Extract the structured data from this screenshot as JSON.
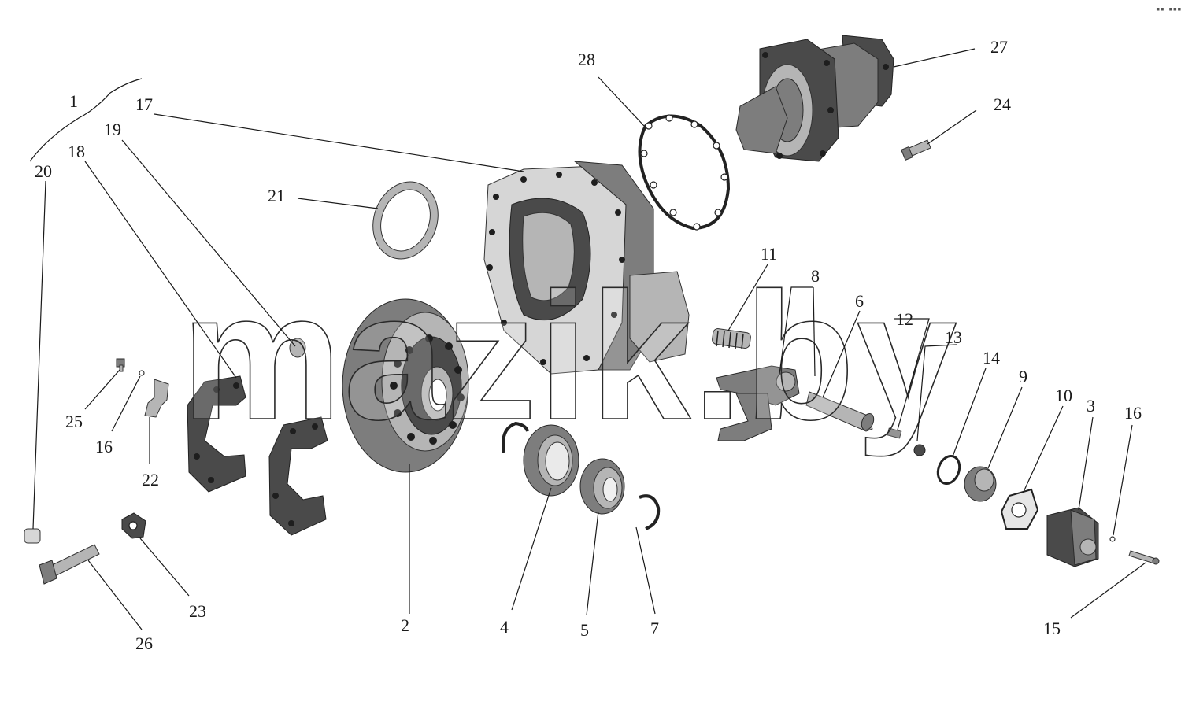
{
  "corner_mark": "▪▪ ▪▪▪",
  "watermark": "mazik.by",
  "callouts": [
    {
      "id": "1",
      "label": "1"
    },
    {
      "id": "2",
      "label": "2"
    },
    {
      "id": "3",
      "label": "3"
    },
    {
      "id": "4",
      "label": "4"
    },
    {
      "id": "5",
      "label": "5"
    },
    {
      "id": "6",
      "label": "6"
    },
    {
      "id": "7",
      "label": "7"
    },
    {
      "id": "8",
      "label": "8"
    },
    {
      "id": "9",
      "label": "9"
    },
    {
      "id": "10",
      "label": "10"
    },
    {
      "id": "11",
      "label": "11"
    },
    {
      "id": "12",
      "label": "12"
    },
    {
      "id": "13",
      "label": "13"
    },
    {
      "id": "14",
      "label": "14"
    },
    {
      "id": "15",
      "label": "15"
    },
    {
      "id": "16a",
      "label": "16"
    },
    {
      "id": "16b",
      "label": "16"
    },
    {
      "id": "17",
      "label": "17"
    },
    {
      "id": "18",
      "label": "18"
    },
    {
      "id": "19",
      "label": "19"
    },
    {
      "id": "20",
      "label": "20"
    },
    {
      "id": "21",
      "label": "21"
    },
    {
      "id": "22",
      "label": "22"
    },
    {
      "id": "23",
      "label": "23"
    },
    {
      "id": "24",
      "label": "24"
    },
    {
      "id": "25",
      "label": "25"
    },
    {
      "id": "26",
      "label": "26"
    },
    {
      "id": "27",
      "label": "27"
    },
    {
      "id": "28",
      "label": "28"
    }
  ]
}
